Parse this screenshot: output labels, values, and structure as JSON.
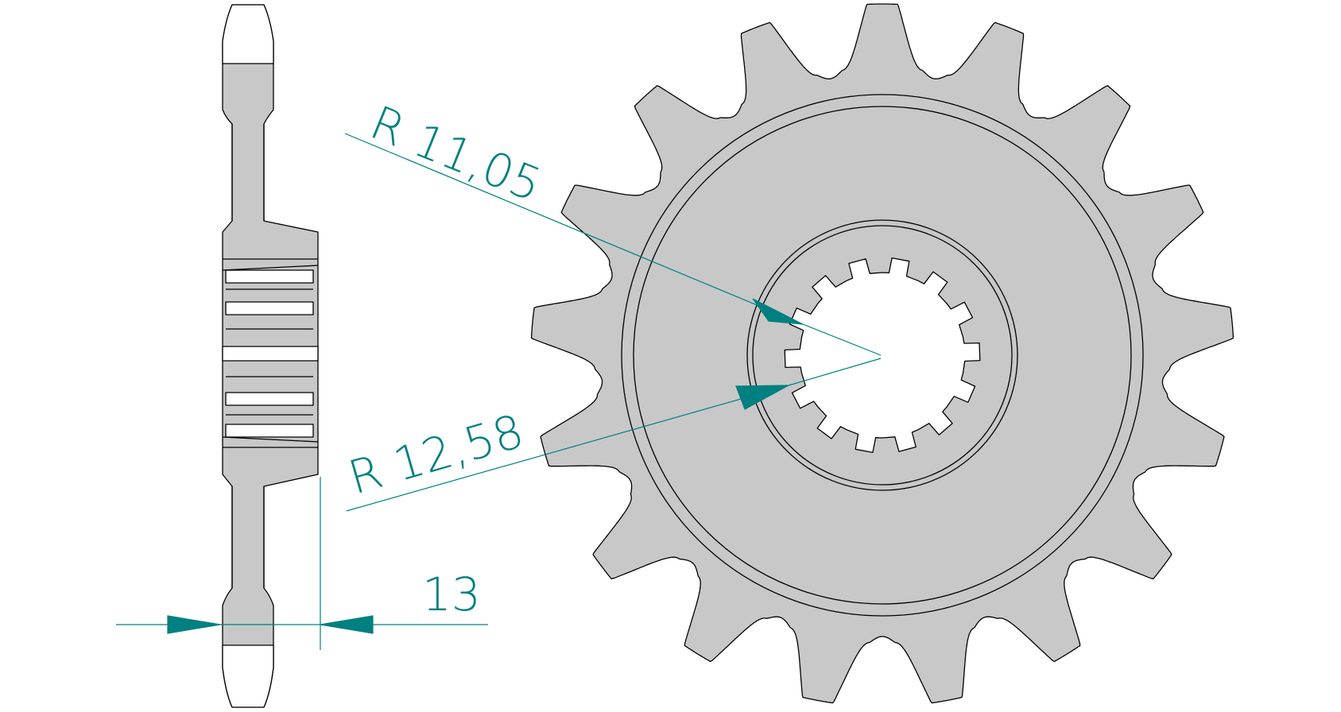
{
  "drawing": {
    "colors": {
      "part_fill": "#c8c8c8",
      "outline": "#000000",
      "dimension": "#008080",
      "background": "#ffffff"
    },
    "sprocket": {
      "teeth": 17,
      "spline_teeth": 14
    },
    "dimensions": {
      "r_inner": "R  11,05",
      "r_outer": "R  12,58",
      "thickness": "13"
    }
  }
}
